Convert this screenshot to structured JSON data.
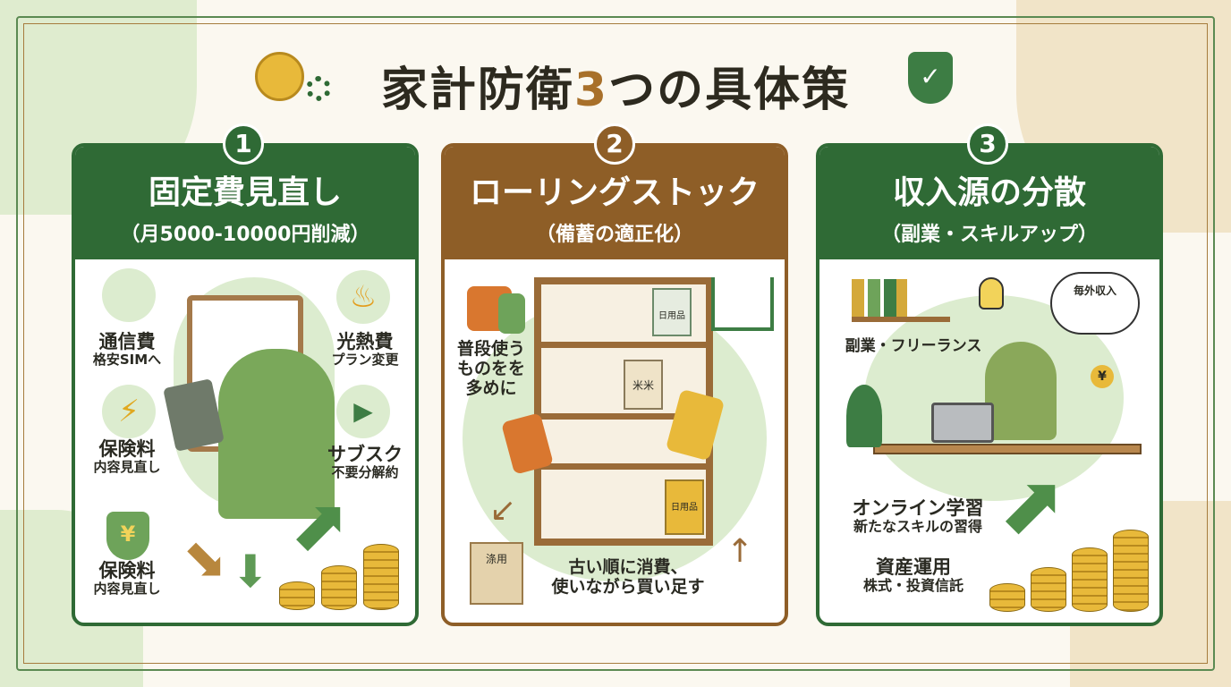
{
  "title": {
    "prefix": "家計防衛",
    "number": "3",
    "suffix": "つの具体策"
  },
  "colors": {
    "green": "#2f6a35",
    "brown": "#8e5e27",
    "light_green": "#dceccf",
    "gold": "#e8b93a"
  },
  "panels": [
    {
      "number": "1",
      "heading": "固定費見直し",
      "subheading": "（月5000-10000円削減）",
      "items": [
        {
          "icon": "sim-card-icon",
          "title": "通信費",
          "sub": "格安SIMへ"
        },
        {
          "icon": "flame-icon",
          "title": "光熱費",
          "sub": "プラン変更"
        },
        {
          "icon": "lightning-icon",
          "title": "保険料",
          "sub": "内容見直し"
        },
        {
          "icon": "monitor-play-icon",
          "title": "サブスク",
          "sub": "不要分解約"
        },
        {
          "icon": "yen-shield-icon",
          "title": "保険料",
          "sub": "内容見直し"
        }
      ]
    },
    {
      "number": "2",
      "heading": "ローリングストック",
      "subheading": "（備蓄の適正化）",
      "side_note": "普段使うものをを多めに",
      "bottom_note_1": "古い順に消費、",
      "bottom_note_2": "使いながら買い足す",
      "labels": {
        "bag": "日用品",
        "rice": "米米",
        "box": "日用品",
        "pouch": "涤用"
      }
    },
    {
      "number": "3",
      "heading": "収入源の分散",
      "subheading": "（副業・スキルアップ）",
      "bubble": "毎外収入",
      "items": [
        {
          "title": "副業・フリーランス"
        },
        {
          "title": "オンライン学習",
          "sub": "新たなスキルの習得"
        },
        {
          "title": "資産運用",
          "sub": "株式・投資信託"
        }
      ]
    }
  ]
}
